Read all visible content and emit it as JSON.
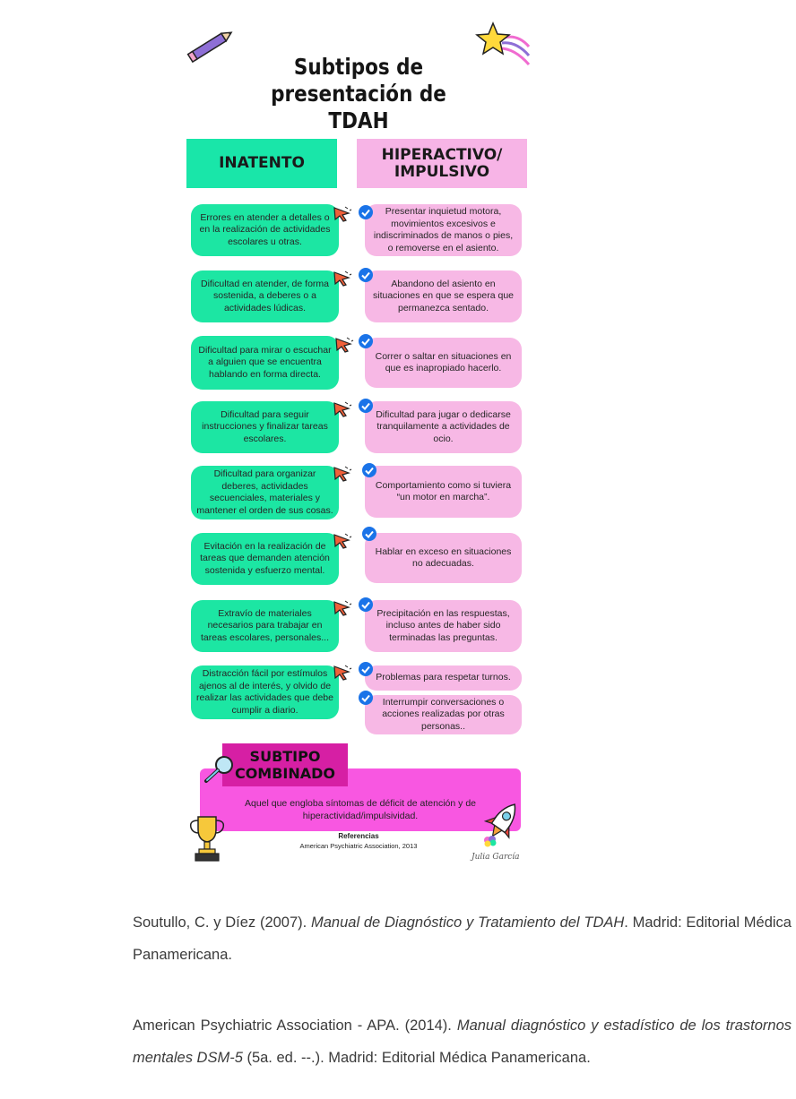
{
  "poster": {
    "title": "Subtipos de presentación de TDAH",
    "left_header": "INATENTO",
    "right_header": "HIPERACTIVO/ IMPULSIVO",
    "inattentive": [
      "Errores en atender a detalles o en la realización de actividades escolares u otras.",
      "Dificultad en atender, de forma sostenida, a deberes o a actividades lúdicas.",
      "Dificultad para mirar o escuchar a alguien que se encuentra hablando en forma directa.",
      "Dificultad para seguir instrucciones y finalizar tareas escolares.",
      "Dificultad para organizar deberes, actividades secuenciales, materiales y mantener el orden de sus cosas.",
      "Evitación en la realización de tareas que demanden atención sostenida y esfuerzo mental.",
      "Extravío de materiales necesarios para trabajar en tareas escolares, personales...",
      "Distracción fácil por estímulos ajenos al de interés, y olvido de realizar las actividades que debe cumplir a diario."
    ],
    "hyperactive": [
      "Presentar inquietud motora, movimientos excesivos e indiscriminados de manos o pies, o removerse en el asiento.",
      "Abandono del asiento en situaciones en que se espera que permanezca sentado.",
      "Correr o saltar en situaciones en que es inapropiado hacerlo.",
      "Dificultad para jugar o dedicarse tranquilamente a actividades de ocio.",
      "Comportamiento como si tuviera “un motor en marcha”.",
      "Hablar en exceso en situaciones no adecuadas.",
      "Precipitación en las respuestas, incluso antes de haber sido terminadas las preguntas.",
      "Problemas para respetar turnos.",
      "Interrumpir conversaciones o acciones realizadas por otras personas.."
    ],
    "combined_label": "SUBTIPO COMBINADO",
    "combined_text": "Aquel que engloba síntomas de déficit de atención y de hiperactividad/impulsividad.",
    "refs_heading": "Referencias",
    "refs_text": "American Psychiatric Association, 2013",
    "signature": "Julia García"
  },
  "references": {
    "ref1_pre": "Soutullo, C. y Díez (2007). ",
    "ref1_title": "Manual de Diagnóstico y Tratamiento del TDAH",
    "ref1_post": ". Madrid: Editorial Médica Panamericana.",
    "ref2_pre": "American Psychiatric Association - APA. (2014). ",
    "ref2_title": "Manual diagnóstico y estadístico de los trastornos mentales DSM-5",
    "ref2_post": " (5a. ed. --.). Madrid: Editorial Médica Panamericana."
  },
  "colors": {
    "green": "#1ce6a3",
    "pink": "#f7b8e5",
    "magenta": "#d61fa4",
    "combo_pink": "#f857e1",
    "check_blue": "#1a73e8"
  },
  "icons": [
    "pencil-icon",
    "star-icon",
    "cursor-arrow-icon",
    "check-badge-icon",
    "magnifier-icon",
    "trophy-icon",
    "rocket-icon",
    "brain-logo-icon"
  ]
}
